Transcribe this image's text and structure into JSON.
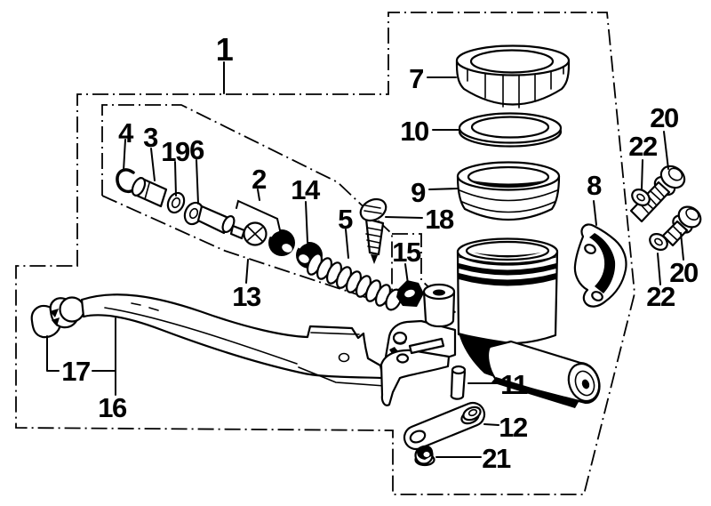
{
  "meta": {
    "background_color": "#ffffff",
    "ink_color": "#000000",
    "style": "black-and-white exploded parts diagram with dash-dot assembly boundaries"
  },
  "callouts": {
    "c1": "1",
    "c2": "2",
    "c3": "3",
    "c4": "4",
    "c5": "5",
    "c6": "6",
    "c7": "7",
    "c8": "8",
    "c9": "9",
    "c10": "10",
    "c11": "11",
    "c12": "12",
    "c13": "13",
    "c14": "14",
    "c15": "15",
    "c16": "16",
    "c17": "17",
    "c18": "18",
    "c19": "19",
    "c20a": "20",
    "c20b": "20",
    "c21": "21",
    "c22a": "22",
    "c22b": "22"
  }
}
